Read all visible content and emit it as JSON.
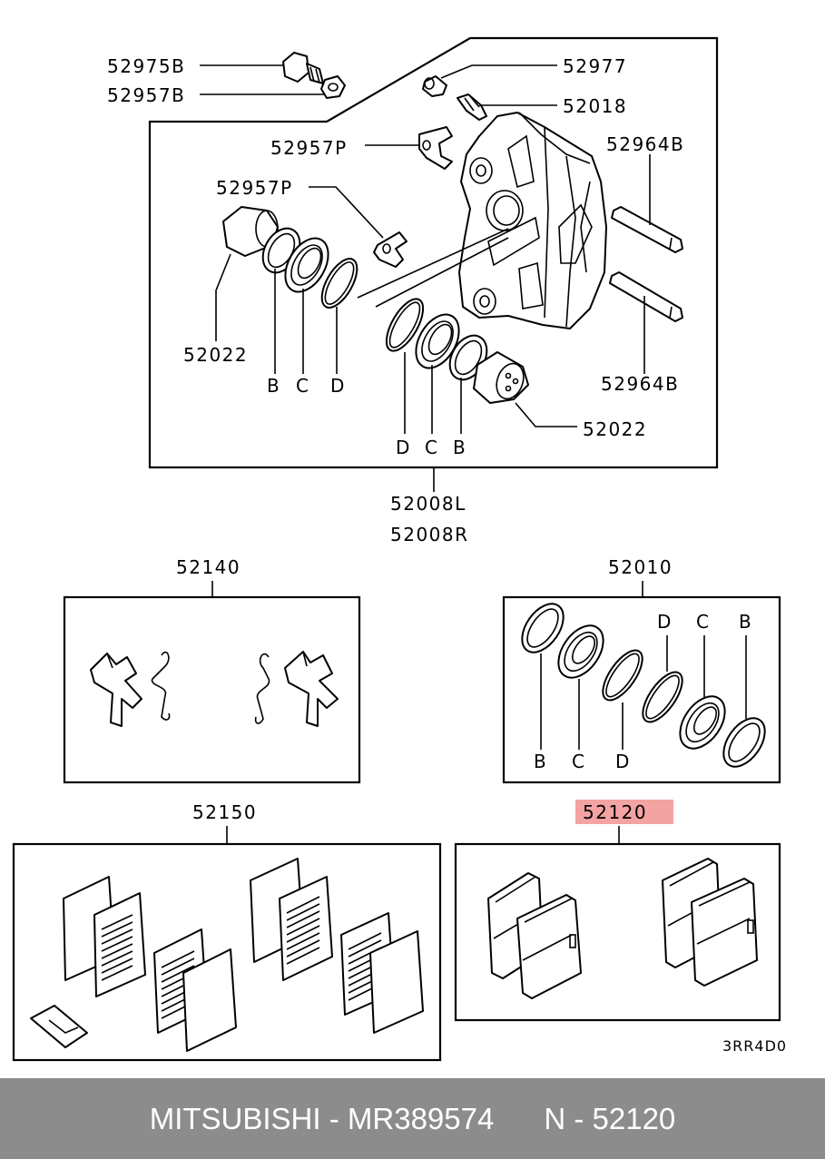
{
  "callouts": {
    "bolt": "52975B",
    "nut": "52957B",
    "cap": "52977",
    "bleeder": "52018",
    "clip_upper": "52957P",
    "clip_lower": "52957P",
    "pin_upper": "52964B",
    "pin_lower": "52964B",
    "piston_left": "52022",
    "piston_right": "52022",
    "caliper_left": "52008L",
    "caliper_right": "52008R",
    "spring_kit": "52140",
    "seal_kit": "52010",
    "shim_kit": "52150",
    "pad_kit": "52120",
    "ref_code": "3RR4D0"
  },
  "letters": {
    "left": [
      "B",
      "C",
      "D"
    ],
    "right": [
      "D",
      "C",
      "B"
    ],
    "kit_top": [
      "D",
      "C",
      "B"
    ],
    "kit_bottom": [
      "B",
      "C",
      "D"
    ]
  },
  "highlight_color": "#f4a3a3",
  "footer": {
    "brand": "MITSUBISHI",
    "sep1": " - ",
    "part_number": "MR389574",
    "gap": "      ",
    "ref": "N - 52120"
  }
}
